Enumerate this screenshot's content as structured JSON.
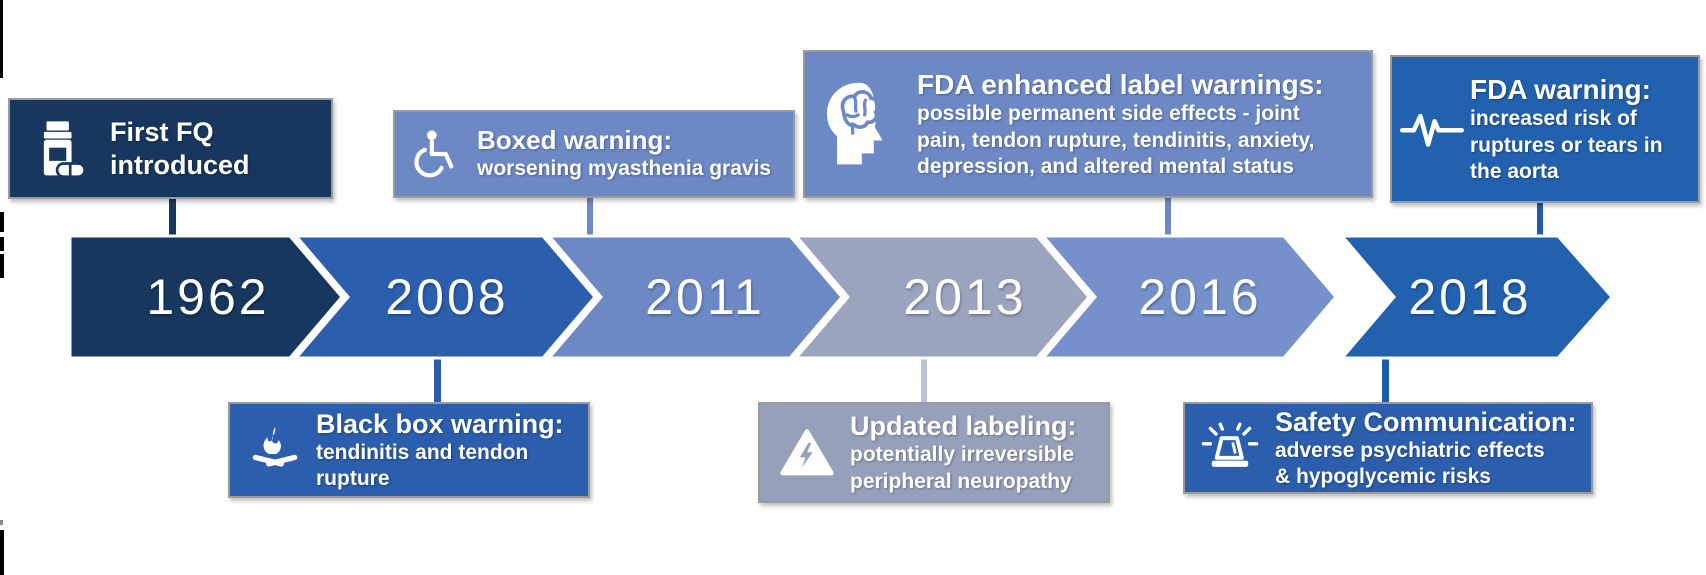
{
  "timeline": {
    "text_color": "#FFFFFF",
    "segments": [
      {
        "year": "1962",
        "color": "#17375E"
      },
      {
        "year": "2008",
        "color": "#2B5EAC"
      },
      {
        "year": "2011",
        "color": "#6C89C5"
      },
      {
        "year": "2013",
        "color": "#9BA4BE"
      },
      {
        "year": "2016",
        "color": "#7590CB"
      },
      {
        "year": "2018",
        "color": "#2261AE"
      }
    ]
  },
  "callouts": [
    {
      "id": "first-fq-introduced",
      "position": "top",
      "year": "1962",
      "icon": "pill-bottle-icon",
      "title": "First FQ introduced",
      "color": "#17375E",
      "connector_color": "#17375E"
    },
    {
      "id": "boxed-warning",
      "position": "top",
      "year": "2011",
      "icon": "wheelchair-icon",
      "title": "Boxed warning:",
      "body": "worsening myasthenia gravis",
      "color": "#6C89C5",
      "connector_color": "#6C89C5"
    },
    {
      "id": "fda-enhanced-label-warnings",
      "position": "top",
      "year": "2016",
      "icon": "head-brain-icon",
      "title": "FDA enhanced label warnings:",
      "body": "possible permanent side effects - joint pain, tendon rupture, tendinitis, anxiety, depression, and altered mental status",
      "color": "#6C89C5",
      "connector_color": "#6C89C5"
    },
    {
      "id": "fda-warning",
      "position": "top",
      "year": "2018",
      "icon": "pulse-icon",
      "title": "FDA warning:",
      "body": "increased risk of ruptures or tears in the aorta",
      "color": "#2261AE",
      "connector_color": "#1F5CA9"
    },
    {
      "id": "black-box-warning",
      "position": "bottom",
      "year": "2008",
      "icon": "campfire-icon",
      "title": "Black box warning:",
      "body": "tendinitis and tendon rupture",
      "color": "#2B5EAC",
      "connector_color": "#2B5EAC"
    },
    {
      "id": "updated-labeling",
      "position": "bottom",
      "year": "2013",
      "icon": "warning-triangle-icon",
      "title": "Updated labeling:",
      "body": "potentially irreversible peripheral neuropathy",
      "color": "#96A0BB",
      "connector_color": "#BCC2D3"
    },
    {
      "id": "safety-communication",
      "position": "bottom",
      "year": "2018",
      "icon": "siren-icon",
      "title": "Safety Communication:",
      "body": "adverse psychiatric effects & hypoglycemic risks",
      "color": "#2B5EAC",
      "connector_color": "#1D5CA8"
    }
  ]
}
